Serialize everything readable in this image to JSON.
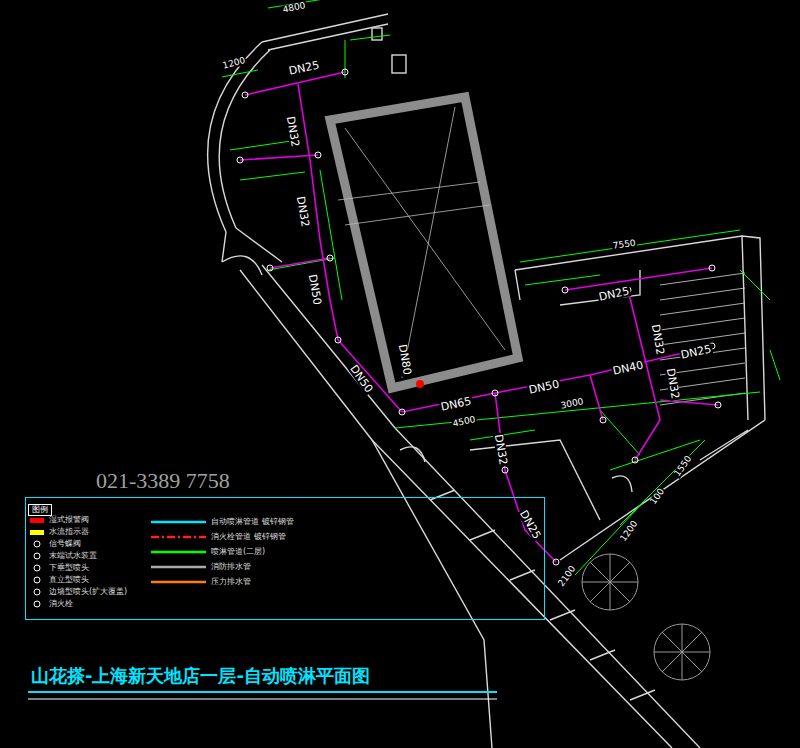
{
  "diagram": {
    "title": "山花搽-上海新天地店一层-自动喷淋平面图",
    "nodes": [
      {
        "text": [
          "图例"
        ]
      }
    ],
    "labels": [
      "021-3389 7758",
      "4800",
      "1200",
      "DN25",
      "DN32",
      "DN32",
      "DN50",
      "DN50",
      "DN80",
      "DN65",
      "DN50",
      "DN40",
      "DN25",
      "DN32",
      "DN25",
      "DN32",
      "DN32",
      "DN25",
      "7550",
      "4500",
      "3000",
      "1550",
      "100",
      "1200",
      "2100"
    ],
    "legend": [
      {
        "text": "湿式报警阀",
        "color": "#ff0000"
      },
      {
        "text": "水流指示器",
        "color": "#ffff00"
      },
      {
        "text": "信号蝶阀"
      },
      {
        "text": "末端试水装置"
      },
      {
        "text": "下垂型喷头"
      },
      {
        "text": "直立型喷头"
      },
      {
        "text": "边墙型喷头(扩大覆盖)"
      },
      {
        "text": "消火栓"
      },
      {
        "text": "自动喷淋管道 镀锌钢管"
      },
      {
        "text": "消火栓管道 镀锌钢管"
      },
      {
        "text": "喷淋管道(二层)"
      },
      {
        "text": "消防排水管"
      },
      {
        "text": "压力排水管"
      }
    ]
  }
}
